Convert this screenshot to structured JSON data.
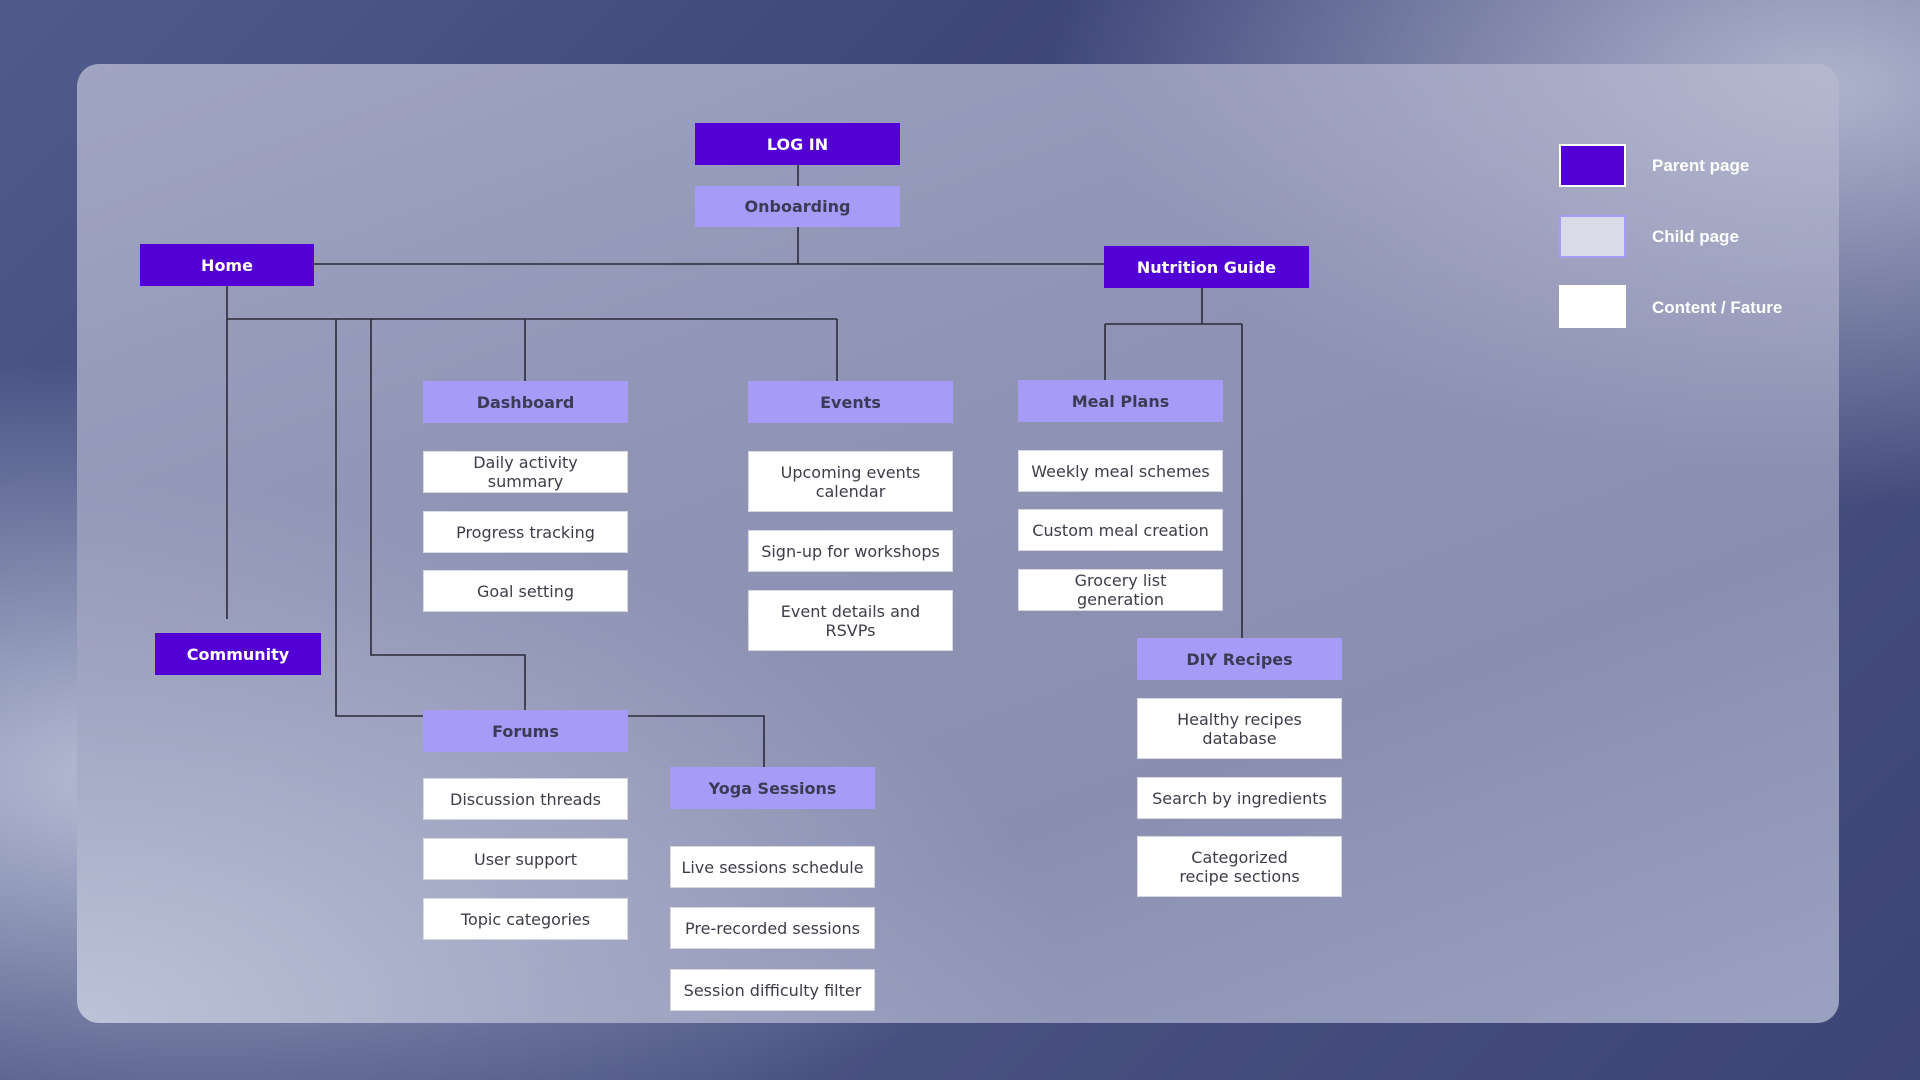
{
  "colors": {
    "parent_page": "#5200d6",
    "child_page": "#a69cf7",
    "content_feature": "#ffffff",
    "connector": "#2b2b3a"
  },
  "nodes": {
    "login": "LOG IN",
    "onboarding": "Onboarding",
    "home": "Home",
    "nutrition_guide": "Nutrition Guide",
    "community": "Community",
    "dashboard": "Dashboard",
    "events": "Events",
    "meal_plans": "Meal Plans",
    "forums": "Forums",
    "yoga_sessions": "Yoga Sessions",
    "diy_recipes": "DIY Recipes"
  },
  "features": {
    "dashboard": [
      "Daily activity summary",
      "Progress tracking",
      "Goal setting"
    ],
    "events": [
      "Upcoming events calendar",
      "Sign-up for workshops",
      "Event details and RSVPs"
    ],
    "meal_plans": [
      "Weekly meal schemes",
      "Custom meal creation",
      "Grocery list generation"
    ],
    "forums": [
      "Discussion threads",
      "User support",
      "Topic categories"
    ],
    "yoga_sessions": [
      "Live sessions schedule",
      "Pre-recorded sessions",
      "Session difficulty filter"
    ],
    "diy_recipes": [
      "Healthy recipes database",
      "Search by ingredients",
      "Categorized recipe sections"
    ]
  },
  "legend": {
    "parent": "Parent page",
    "child": "Child page",
    "content": "Content / Fature"
  }
}
